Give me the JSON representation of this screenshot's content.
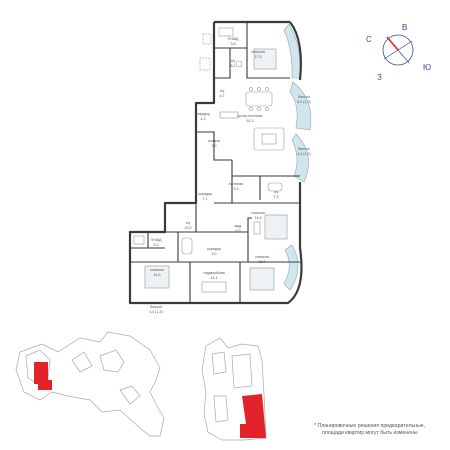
{
  "rooms": {
    "bath_top": {
      "name": "ПНШД",
      "area": "3,6"
    },
    "bedroom_top": {
      "name": "спальня",
      "area": "17,5"
    },
    "wc_top": {
      "name": "с/у",
      "area": "5,1"
    },
    "wc_mid": {
      "name": "с/у",
      "area": "4,7"
    },
    "corridor_left": {
      "name": "коридор",
      "area": "4,3"
    },
    "kitchen_living": {
      "name": "кухня-гостиная",
      "area": "51,3"
    },
    "balcony_top": {
      "name": "балкон",
      "area": "6,0 (1,2)"
    },
    "balcony_mid": {
      "name": "балкон",
      "area": "4,4 (1,3)"
    },
    "storage": {
      "name": "кладов",
      "area": "3,0"
    },
    "corridor_center": {
      "name": "коридор",
      "area": "7,1"
    },
    "hall": {
      "name": "гостиная",
      "area": "3,3"
    },
    "wc_right": {
      "name": "с/у",
      "area": "7,3"
    },
    "bedroom_right": {
      "name": "спальня",
      "area": "14,5"
    },
    "wc_lower": {
      "name": "с/у",
      "area": "10,0"
    },
    "wardrobe": {
      "name": "гард.",
      "area": "6,6"
    },
    "bath_lower": {
      "name": "ПНШД",
      "area": "3,3"
    },
    "corridor_lower": {
      "name": "коридор",
      "area": "9,0"
    },
    "bedroom_lower": {
      "name": "спальня",
      "area": "16,3"
    },
    "bedroom_left": {
      "name": "спальня",
      "area": "14,3"
    },
    "dressing": {
      "name": "гардеробная",
      "area": "14,1"
    },
    "balcony_bottom": {
      "name": "балкон",
      "area": "4,4 (1,3)"
    }
  },
  "compass": {
    "n": "С",
    "e": "В",
    "s": "Ю",
    "w": "З"
  },
  "note": {
    "line1": "* Планировочные решения предварительные,",
    "line2": "площади квартир могут быть изменены"
  },
  "colors": {
    "highlight": "#e3232b",
    "walls": "#3a3a3a",
    "glass": "#cfe6ee"
  }
}
